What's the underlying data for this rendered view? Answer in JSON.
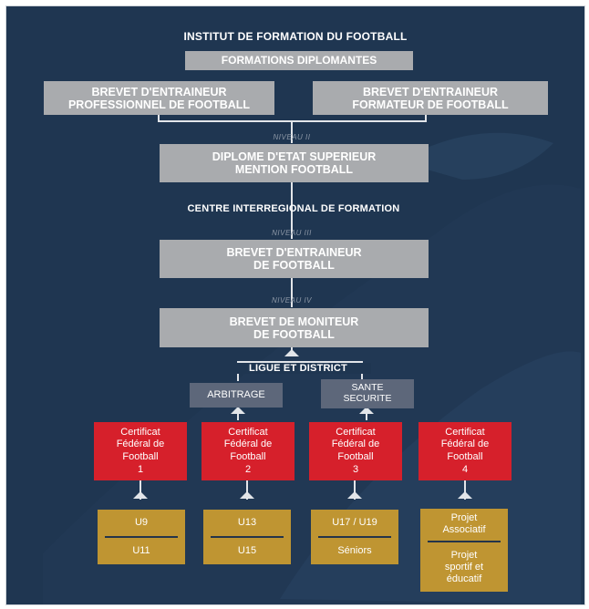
{
  "header": {
    "institute": "INSTITUT DE FORMATION DU FOOTBALL",
    "formations": "FORMATIONS DIPLOMANTES"
  },
  "boxes": {
    "bepf": "BREVET D'ENTRAINEUR\nPROFESSIONNEL DE FOOTBALL",
    "beff": "BREVET D'ENTRAINEUR\nFORMATEUR  DE FOOTBALL",
    "des": "DIPLOME D'ETAT SUPERIEUR\nMENTION FOOTBALL",
    "bef": "BREVET D'ENTRAINEUR\nDE FOOTBALL",
    "bmf": "BREVET DE MONITEUR\nDE FOOTBALL",
    "arbitrage": "ARBITRAGE",
    "sante": "SANTE\nSECURITE"
  },
  "levels": {
    "niveau2": "NIVEAU II",
    "niveau3": "NIVEAU III",
    "niveau4": "NIVEAU IV"
  },
  "labels": {
    "centre": "CENTRE INTERREGIONAL DE FORMATION",
    "ligue": "LIGUE ET DISTRICT"
  },
  "certificats": [
    {
      "text": "Certificat\nFédéral de\nFootball\n1"
    },
    {
      "text": "Certificat\nFédéral de\nFootball\n2"
    },
    {
      "text": "Certificat\nFédéral de\nFootball\n3"
    },
    {
      "text": "Certificat\nFédéral de\nFootball\n4"
    }
  ],
  "ages": [
    {
      "top": "U9",
      "bottom": "U11"
    },
    {
      "top": "U13",
      "bottom": "U15"
    },
    {
      "top": "U17 / U19",
      "bottom": "Séniors"
    },
    {
      "top": "Projet\nAssociatif",
      "bottom": "Projet\nsportif et\néducatif"
    }
  ],
  "colors": {
    "background": "#1f3651",
    "grey_box": "#a9abae",
    "slate_box": "#5d677a",
    "red_box": "#d6202b",
    "gold_box": "#bf9532"
  }
}
